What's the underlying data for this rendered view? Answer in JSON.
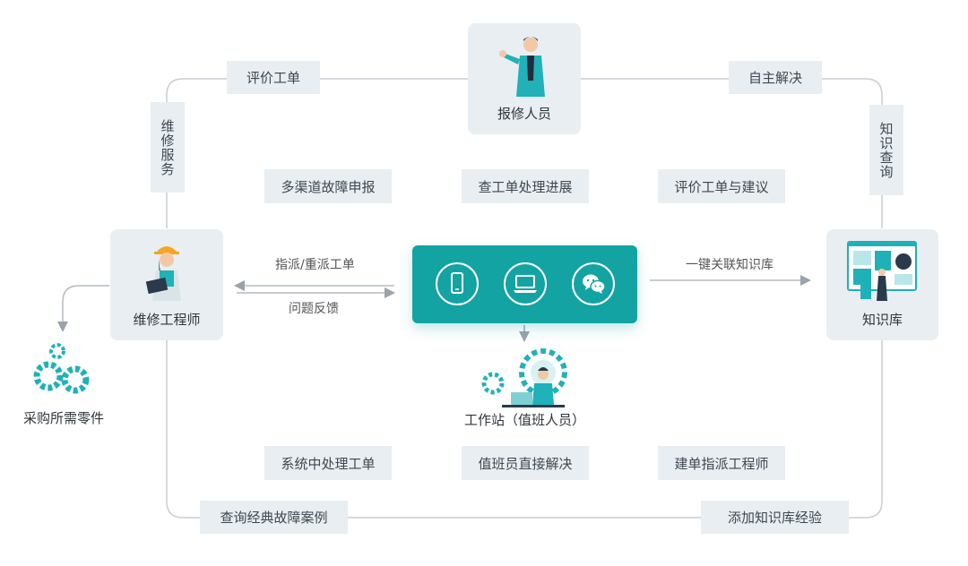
{
  "nodes": {
    "reporter": "报修人员",
    "engineer": "维修工程师",
    "knowledge_base": "知识库",
    "workstation": "工作站（值班人员）",
    "parts": "采购所需零件"
  },
  "loop_labels": {
    "evaluate_order": "评价工单",
    "self_resolve": "自主解决",
    "repair_service": "维修服务",
    "knowledge_query": "知识查询",
    "query_cases": "查询经典故障案例",
    "add_experience": "添加知识库经验"
  },
  "center_labels": {
    "multi_channel": "多渠道故障申报",
    "check_progress": "查工单处理进展",
    "evaluate_suggest": "评价工单与建议",
    "system_process": "系统中处理工单",
    "duty_resolve": "值班员直接解决",
    "create_assign": "建单指派工程师"
  },
  "edge_labels": {
    "assign": "指派/重派工单",
    "feedback": "问题反馈",
    "link_kb": "一键关联知识库"
  },
  "hub": {
    "icons": [
      "phone-icon",
      "laptop-icon",
      "wechat-icon"
    ]
  },
  "colors": {
    "accent": "#13a3a3",
    "label_bg": "#e9eef2",
    "line": "#c8ced3"
  }
}
